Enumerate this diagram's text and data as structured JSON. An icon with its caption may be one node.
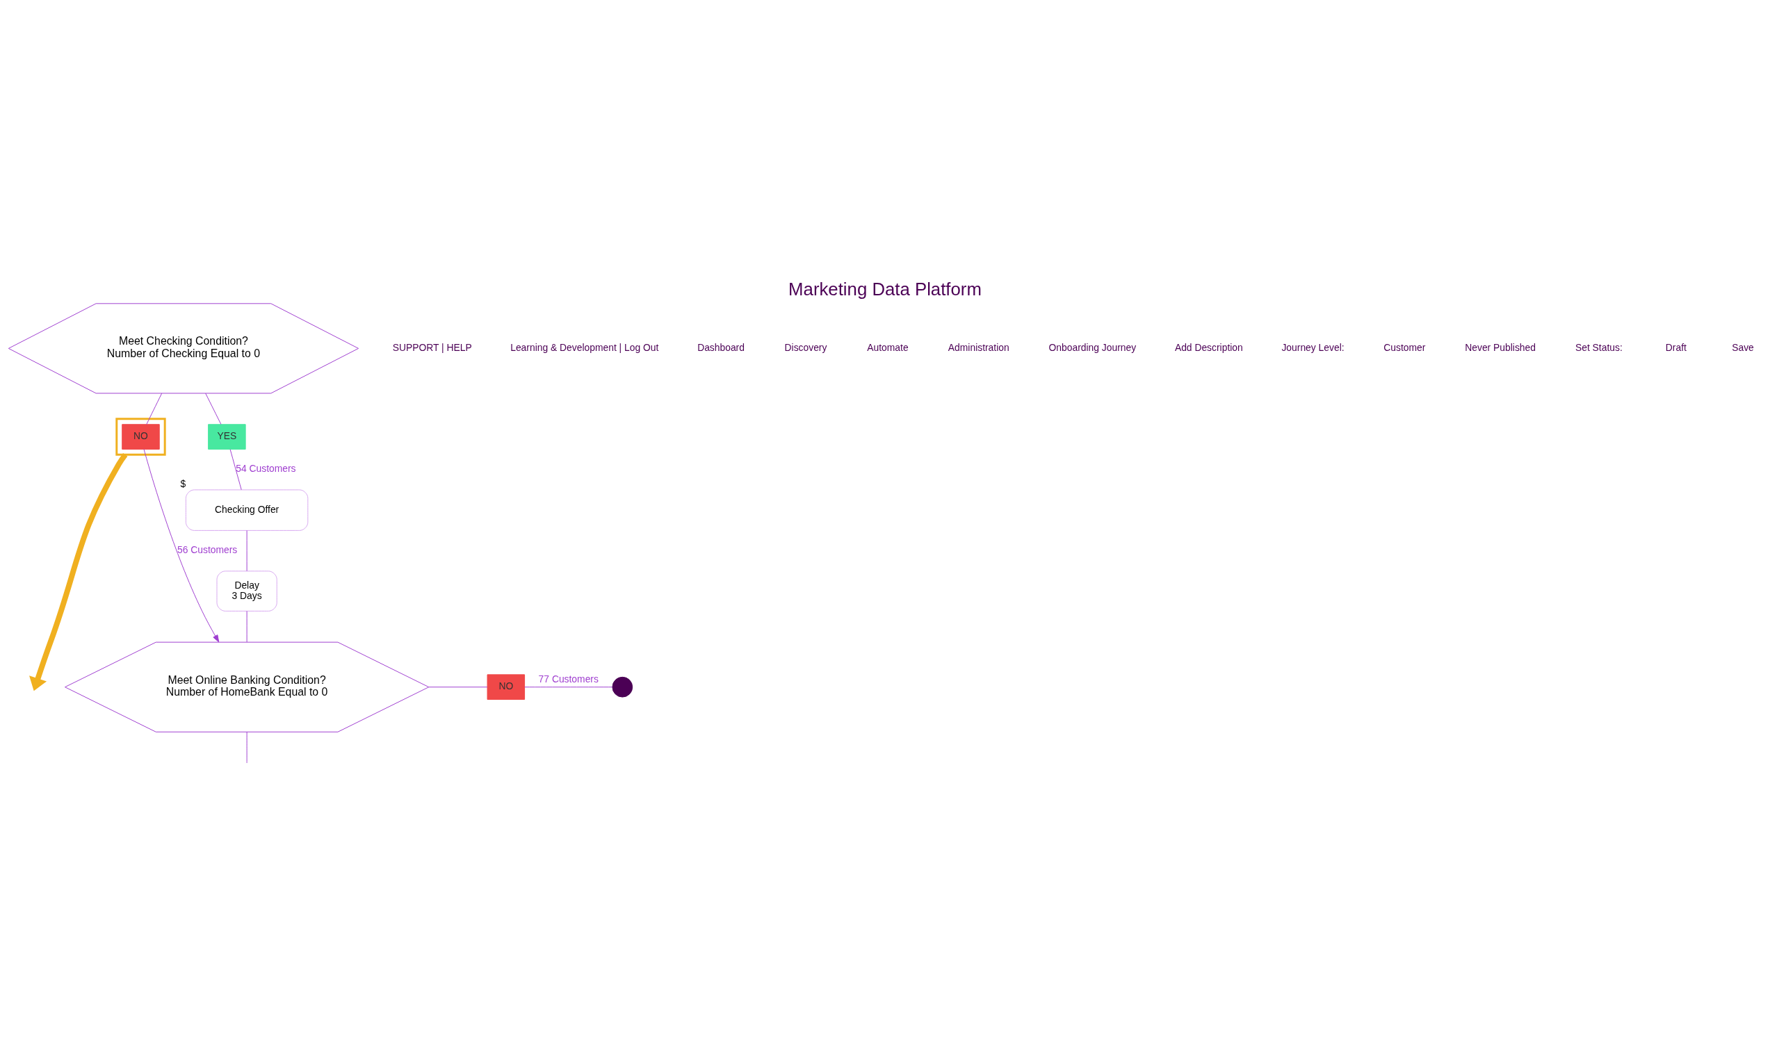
{
  "diagram": {
    "title": "Marketing Data Platform",
    "nodes": [
      {
        "text": [
          "Meet Checking Condition?",
          "Number of Checking Equal to 0"
        ]
      },
      {
        "text": [],
        "shape": "box"
      },
      {
        "text": [
          "NO"
        ],
        "in": 1
      },
      {
        "text": [
          "YES"
        ]
      },
      {
        "text": [
          "Checking Offer"
        ],
        "beside": [
          "$"
        ]
      },
      {
        "text": [
          "Delay",
          "3 Days"
        ]
      },
      {
        "text": [
          "Meet Online Banking Condition?",
          "Number of HomeBank Equal to 0"
        ]
      },
      {
        "text": [
          "NO"
        ]
      },
      {
        "text": [],
        "shape": "circle"
      }
    ],
    "edges": [
      {
        "from": 0,
        "to": 3,
        "arrow": "none"
      },
      {
        "from": 3,
        "to": 4,
        "arrow": "none",
        "label": "54 Customers"
      },
      {
        "from": 0,
        "to": 2,
        "arrow": "none"
      },
      {
        "from": 2,
        "to": 6,
        "arrow": "to",
        "label": "56 Customers"
      },
      {
        "from": 4,
        "to": 5,
        "arrow": "none"
      },
      {
        "from": 5,
        "to": 6,
        "arrow": "none"
      },
      {
        "from": 6,
        "to": 7,
        "arrow": "none"
      },
      {
        "from": 7,
        "to": 8,
        "arrow": "none",
        "label": "77 Customers"
      },
      {
        "from": 6,
        "to": null,
        "arrow": "none"
      },
      {
        "from": 1,
        "to": null,
        "arrow": "to",
        "style": "thick",
        "color": "#f0b020"
      }
    ],
    "labels": [
      "SUPPORT | HELP",
      "Learning & Development | Log Out",
      "Dashboard",
      "Discovery",
      "Automate",
      "Administration",
      "Onboarding Journey",
      "Add Description",
      "Journey Level:",
      "Customer",
      "Never Published",
      "Set Status:",
      "Draft",
      "Save"
    ]
  }
}
